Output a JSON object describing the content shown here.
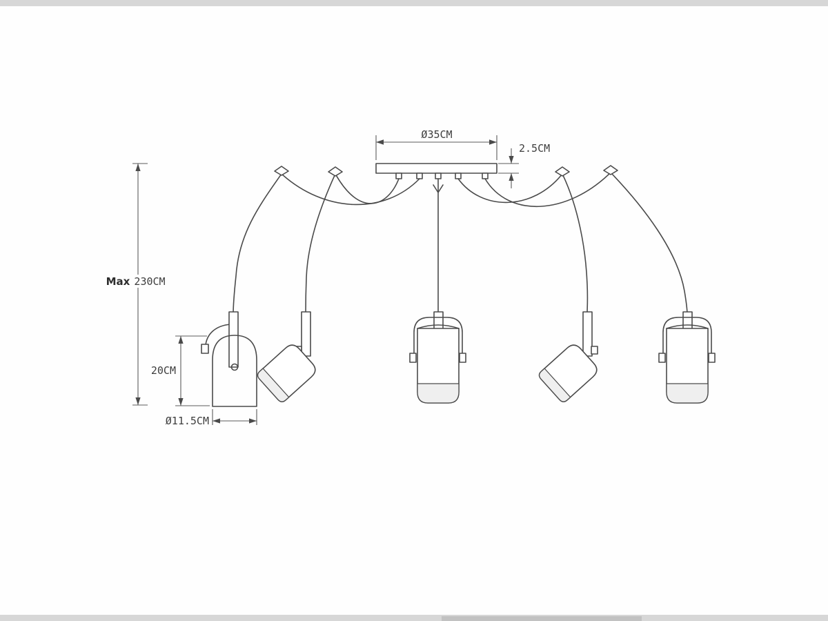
{
  "drawing": {
    "type": "technical dimension diagram",
    "subject": "five-light spider pendant ceiling lamp"
  },
  "dimensions": {
    "plate_diameter": "Ø35CM",
    "plate_thickness": "2.5CM",
    "max_drop_prefix": "Max",
    "max_drop_value": "230CM",
    "head_height": "20CM",
    "head_diameter": "Ø11.5CM"
  },
  "colors": {
    "line": "#4a4a4a",
    "dimension_line": "#5a5a5a",
    "background": "#fefefe",
    "letterbox": "#d7d7d7",
    "shade_fill": "#efefef"
  }
}
